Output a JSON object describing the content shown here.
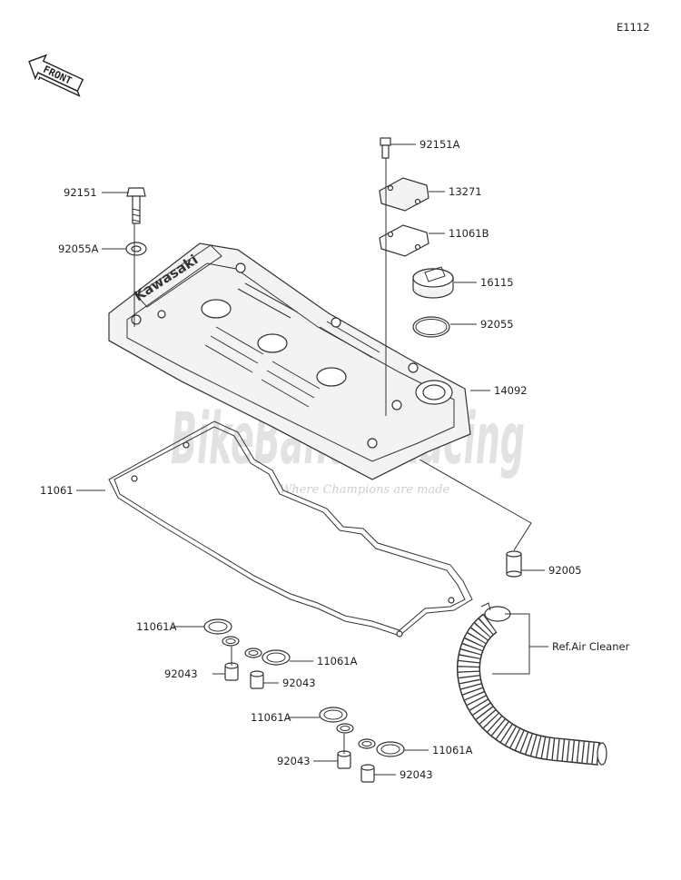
{
  "diagram_code": "E1112",
  "orientation": {
    "label": "FRONT"
  },
  "watermark": {
    "logo_text": "BikeBandit Racing",
    "tagline": "Where Champions are made"
  },
  "engraving": "Kawasaki",
  "callouts": [
    {
      "id": "c1",
      "label": "92151A"
    },
    {
      "id": "c2",
      "label": "13271"
    },
    {
      "id": "c3",
      "label": "11061B"
    },
    {
      "id": "c4",
      "label": "16115"
    },
    {
      "id": "c5",
      "label": "92055"
    },
    {
      "id": "c6",
      "label": "14092"
    },
    {
      "id": "c7",
      "label": "92151"
    },
    {
      "id": "c8",
      "label": "92055A"
    },
    {
      "id": "c9",
      "label": "11061"
    },
    {
      "id": "c10",
      "label": "92005"
    },
    {
      "id": "c11",
      "label": "Ref.Air Cleaner"
    },
    {
      "id": "c12",
      "label": "11061A"
    },
    {
      "id": "c13",
      "label": "92043"
    },
    {
      "id": "c14",
      "label": "11061A"
    },
    {
      "id": "c15",
      "label": "92043"
    },
    {
      "id": "c16",
      "label": "11061A"
    },
    {
      "id": "c17",
      "label": "92043"
    },
    {
      "id": "c18",
      "label": "11061A"
    },
    {
      "id": "c19",
      "label": "92043"
    }
  ]
}
